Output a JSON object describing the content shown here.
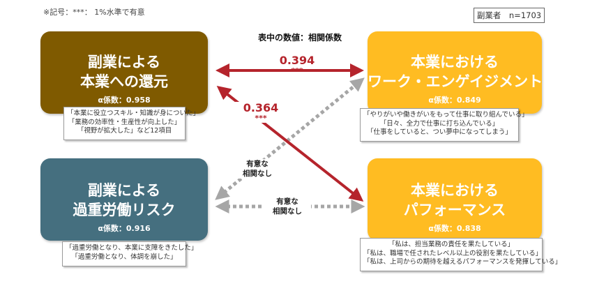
{
  "note": "※記号：***： 1%水準で有意",
  "sample": "副業者　n=1703",
  "caption": "表中の数値：相関係数",
  "boxes": {
    "return": {
      "title": [
        "副業による",
        "本業への還元"
      ],
      "alpha": "α係数：0.958",
      "color": "#7f5a00",
      "items": [
        "「本業に役立つスキル・知識が身についた」",
        "「業務の効率性・生産性が向上した」",
        "「視野が拡大した」など12項目"
      ]
    },
    "risk": {
      "title": [
        "副業による",
        "過重労働リスク"
      ],
      "alpha": "α係数：0.916",
      "color": "#456f7f",
      "items": [
        "「過重労働となり、本業に支障をきたした」",
        "「過重労働となり、体調を崩した」"
      ]
    },
    "engage": {
      "title": [
        "本業における",
        "ワーク・エンゲイジメント"
      ],
      "alpha": "α係数：0.849",
      "color": "#ffbc22",
      "items": [
        "「やりがいや働きがいをもって仕事に取り組んでいる」",
        "「日々、全力で仕事に打ち込んでいる」",
        "「仕事をしていると、つい夢中になってしまう」"
      ]
    },
    "perf": {
      "title": [
        "本業における",
        "パフォーマンス"
      ],
      "alpha": "α係数：0.838",
      "color": "#ffbc22",
      "items": [
        "「私は、担当業務の責任を果たしている」",
        "「私は、職場で任されたレベル以上の役割を果たしている」",
        "「私は、上司からの期待を越えるパフォーマンスを発揮している」"
      ]
    }
  },
  "links": {
    "return_engage": {
      "coef": "0.394",
      "sig": "***"
    },
    "return_perf": {
      "coef": "0.364",
      "sig": "***"
    },
    "risk_engage": {
      "label": [
        "有意な",
        "相関なし"
      ]
    },
    "risk_perf": {
      "label": [
        "有意な",
        "相関なし"
      ]
    }
  },
  "colors": {
    "significant": "#b5242c",
    "not_significant": "#a6a6a6"
  }
}
